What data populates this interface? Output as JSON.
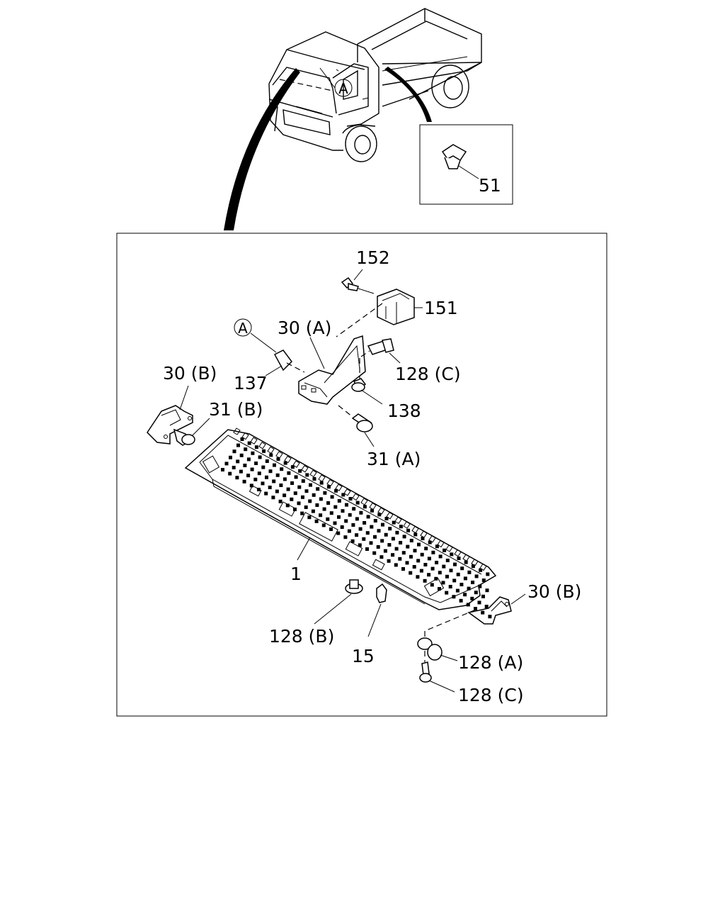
{
  "callouts": {
    "ref_a_top": "A",
    "ref_a_detail": "A",
    "p51": "51",
    "p152": "152",
    "p151": "151",
    "p30a": "30 (A)",
    "p30b_left": "30 (B)",
    "p137": "137",
    "p128c_top": "128 (C)",
    "p31b": "31 (B)",
    "p138": "138",
    "p31a": "31 (A)",
    "p1": "1",
    "p30b_right": "30 (B)",
    "p128b": "128 (B)",
    "p15": "15",
    "p128a": "128 (A)",
    "p128c_bottom": "128 (C)"
  }
}
